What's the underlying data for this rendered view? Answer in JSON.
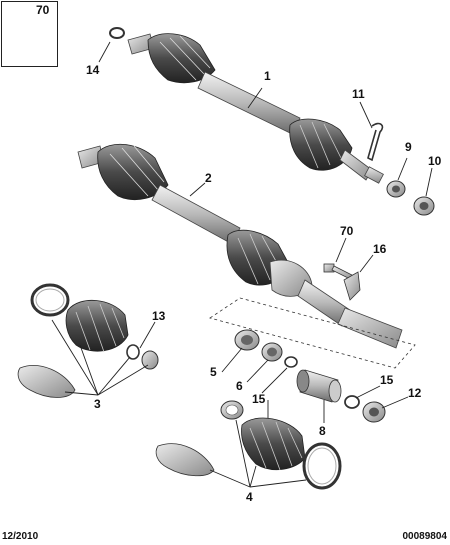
{
  "inset": {
    "ref": "70"
  },
  "callouts": {
    "c1": "1",
    "c2": "2",
    "c3": "3",
    "c4": "4",
    "c5": "5",
    "c6": "6",
    "c8": "8",
    "c9": "9",
    "c10": "10",
    "c11": "11",
    "c12": "12",
    "c13": "13",
    "c14": "14",
    "c15a": "15",
    "c15b": "15",
    "c16": "16",
    "c70": "70"
  },
  "footer": {
    "date": "12/2010",
    "code": "00089804"
  }
}
